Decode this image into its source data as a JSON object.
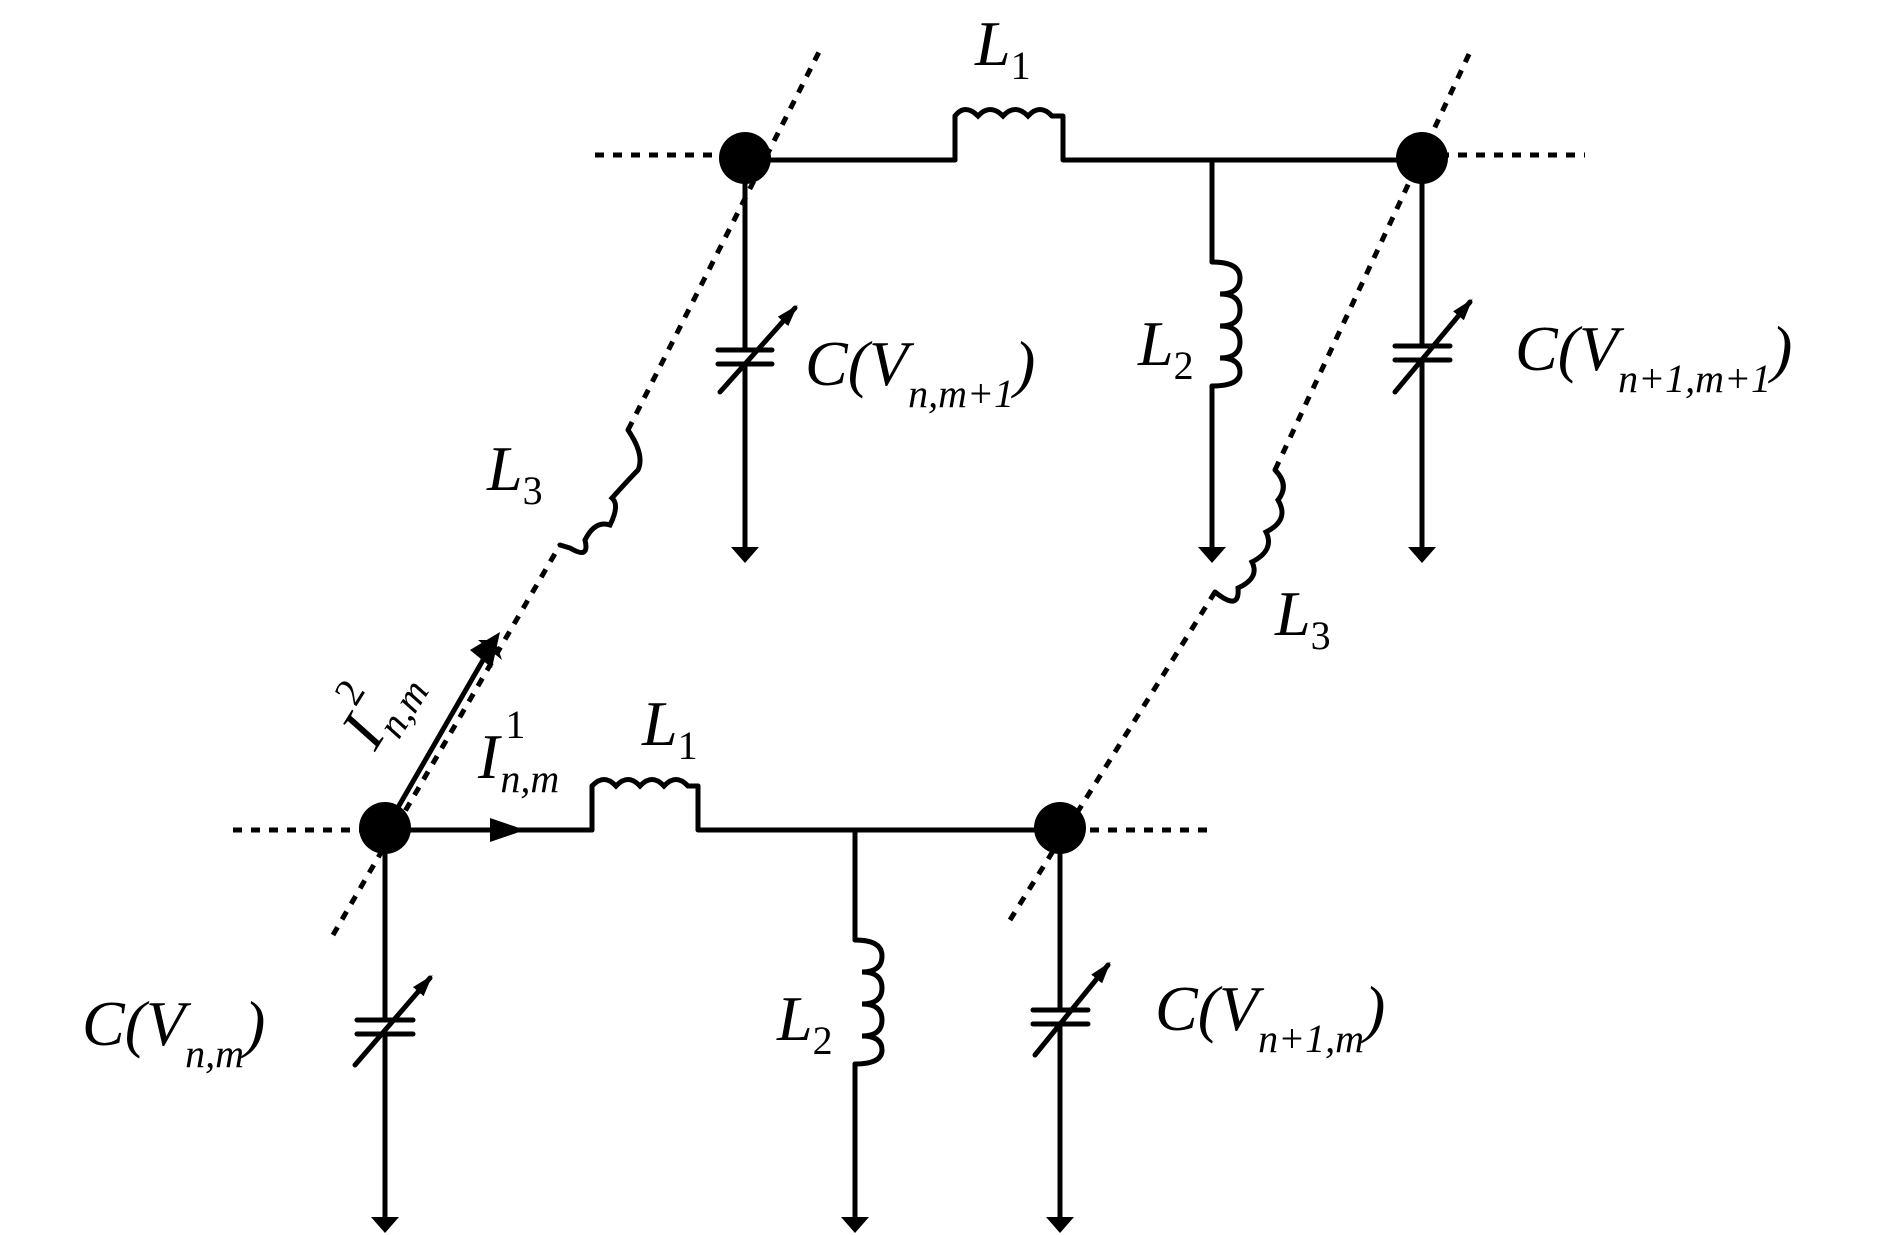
{
  "labels": {
    "top_L1": "L",
    "top_L1_sub": "1",
    "top_L2": "L",
    "top_L2_sub": "2",
    "left_L3": "L",
    "left_L3_sub": "3",
    "right_L3": "L",
    "right_L3_sub": "3",
    "bot_L1": "L",
    "bot_L1_sub": "1",
    "bot_L2": "L",
    "bot_L2_sub": "2",
    "cap_top_left": "C(V",
    "cap_top_left_sub": "n,m+1",
    "cap_top_left_close": ")",
    "cap_top_right": "C(V",
    "cap_top_right_sub": "n+1,m+1",
    "cap_top_right_close": ")",
    "cap_bot_left": "C(V",
    "cap_bot_left_sub": "n,m",
    "cap_bot_left_close": ")",
    "cap_bot_right": "C(V",
    "cap_bot_right_sub": "n+1,m",
    "cap_bot_right_close": ")",
    "i1": "I",
    "i1_sup": "1",
    "i1_sub": "n,m",
    "i2": "I",
    "i2_sup": "2",
    "i2_sub": "n,m"
  },
  "colors": {
    "ink": "#000000",
    "background": "#ffffff"
  }
}
